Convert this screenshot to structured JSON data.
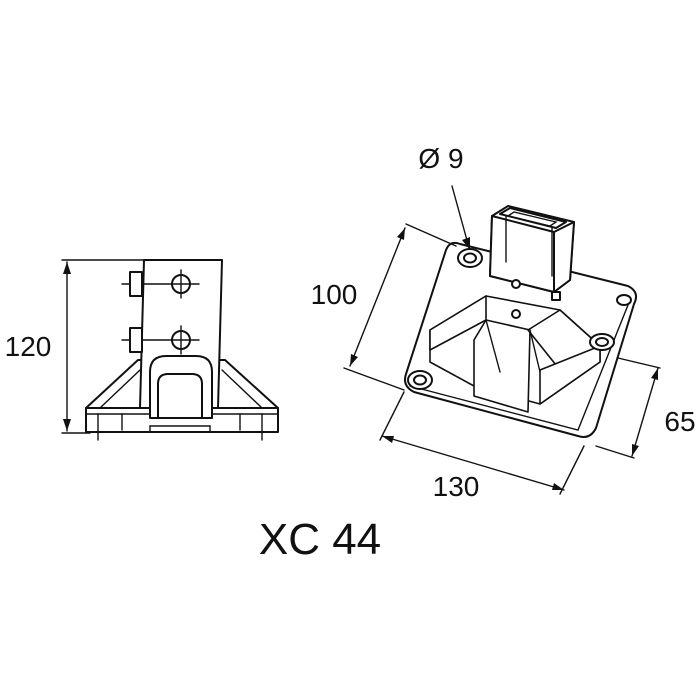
{
  "product_code": "XC 44",
  "side_view": {
    "height_label": "120"
  },
  "iso_view": {
    "hole_label": "Ø 9",
    "depth_label": "100",
    "width_label": "130",
    "height_label": "65"
  }
}
